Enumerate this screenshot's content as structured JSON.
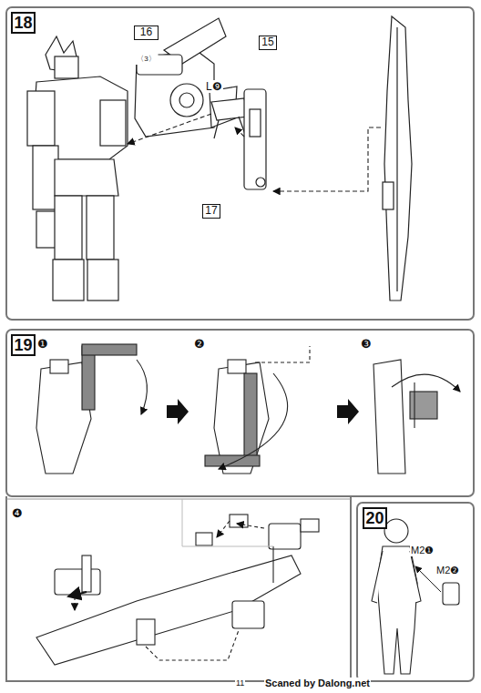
{
  "diagram": {
    "nodes": [
      {
        "text": [
          "18"
        ]
      },
      {
        "text": [
          "16",
          "〈3〉"
        ]
      },
      {
        "text": [
          "15"
        ]
      },
      {
        "text": [
          "17"
        ]
      },
      {
        "text": [
          "19"
        ]
      },
      {
        "text": [
          "20"
        ]
      }
    ],
    "labels": [
      "L❾",
      "❶",
      "❷",
      "❸",
      "❹",
      "M2❶",
      "M2❷",
      "11",
      "Scaned by Dalong.net"
    ]
  }
}
